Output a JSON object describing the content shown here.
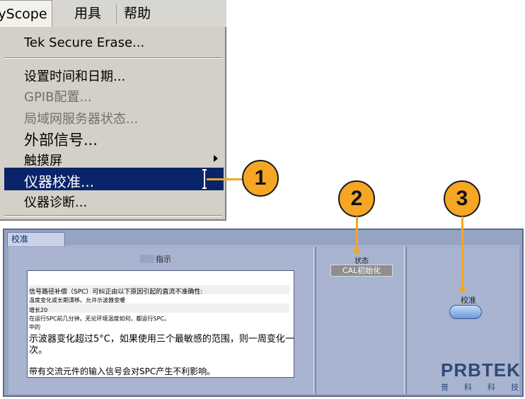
{
  "menubar": {
    "items": [
      {
        "label": "yScope"
      },
      {
        "label": "用具"
      },
      {
        "label": "帮助"
      }
    ]
  },
  "dropdown": {
    "items": [
      {
        "label": "Tek Secure Erase..."
      },
      {
        "label": "设置时间和日期..."
      },
      {
        "label": "GPIB配置..."
      },
      {
        "label": "局域网服务器状态..."
      },
      {
        "label": "外部信号..."
      },
      {
        "label": "触摸屏"
      },
      {
        "label": "仪器校准..."
      },
      {
        "label": "仪器诊断..."
      }
    ]
  },
  "callouts": [
    "1",
    "2",
    "3"
  ],
  "panel": {
    "tab": "校准",
    "instructions": {
      "label": "指示",
      "lines": [
        "信号路径补偿（SPC）可纠正由以下原因引起的直流不准确性:",
        "温度变化或长期漂移。允许示波器变暖",
        "增长20",
        "在运行SPC前几分钟。无论环境温度如何，都运行SPC。",
        "中的",
        "示波器变化超过5°C，如果使用三个最敏感的范围，则一周变化一",
        "次。",
        "带有交流元件的输入信号会对SPC产生不利影响。"
      ]
    },
    "status": {
      "label": "状态",
      "value": "CAL初始化"
    },
    "calibrate": {
      "label": "校准"
    }
  },
  "logo": {
    "main": "PRBTEK",
    "sub": "普科科技"
  },
  "colors": {
    "callout": "#f5a623",
    "highlight": "#0a246a",
    "panel": "#96a4c4",
    "button": "#6b99dc"
  }
}
